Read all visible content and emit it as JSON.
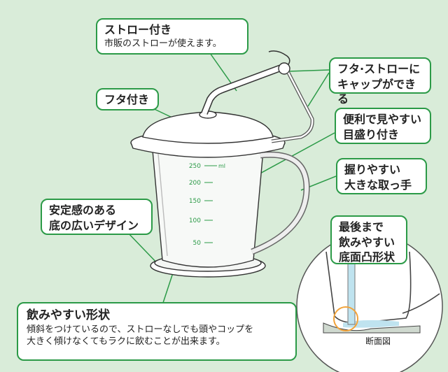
{
  "callouts": {
    "straw": {
      "title": "ストロー付き",
      "desc": "市販のストローが使えます。"
    },
    "lid": {
      "title": "フタ付き"
    },
    "cap": {
      "line1": "フタ·ストローに",
      "line2": "キャップができる"
    },
    "scale": {
      "line1": "便利で見やすい",
      "line2": "目盛り付き"
    },
    "handle": {
      "line1": "握りやすい",
      "line2": "大きな取っ手"
    },
    "base": {
      "line1": "安定感のある",
      "line2": "底の広いデザイン"
    },
    "bottom": {
      "line1": "最後まで",
      "line2": "飲みやすい",
      "line3": "底面凸形状"
    },
    "shape": {
      "title": "飲みやすい形状",
      "line1": "傾斜をつけているので、ストローなしでも頭やコップを",
      "line2": "大きく傾けなくてもラクに飲むことが出来ます。"
    }
  },
  "cup_scale": [
    "250",
    "200",
    "150",
    "100",
    "50"
  ],
  "scale_unit": "ml",
  "section_caption": "断面図",
  "colors": {
    "background": "#d9ecd9",
    "border": "#2b9a47",
    "line": "#2b9a47"
  }
}
